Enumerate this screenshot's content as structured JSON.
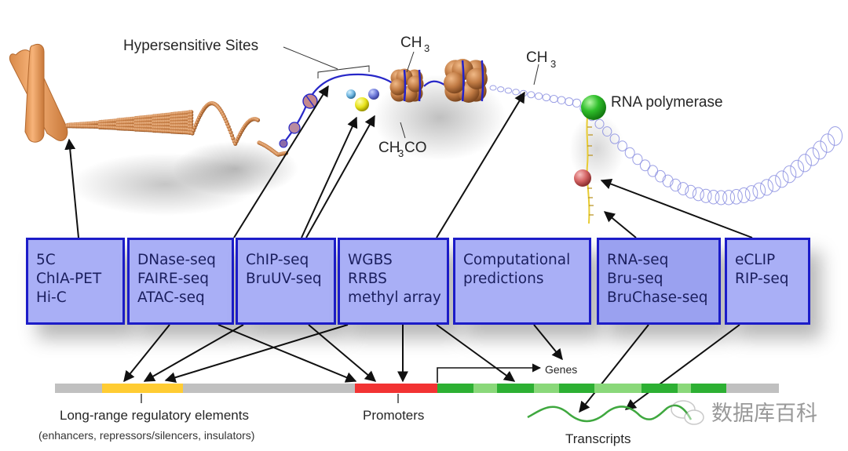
{
  "figure": {
    "labels": {
      "hypersensitive_sites": "Hypersensitive Sites",
      "ch3_nucleosome": "CH",
      "ch3_nucleosome_sub": "3",
      "ch3co": "CH",
      "ch3co_sub": "3",
      "ch3co_tail": "CO",
      "ch3_dna": "CH",
      "ch3_dna_sub": "3",
      "rna_polymerase": "RNA polymerase",
      "genes": "Genes",
      "long_range": "Long-range regulatory elements",
      "long_range_sub": "(enhancers, repressors/silencers, insulators)",
      "promoters": "Promoters",
      "transcripts": "Transcripts"
    },
    "method_boxes": [
      {
        "id": "chromatin-conformation",
        "lines": [
          "5C",
          "ChIA-PET",
          "Hi-C"
        ]
      },
      {
        "id": "accessibility",
        "lines": [
          "DNase-seq",
          "FAIRE-seq",
          "ATAC-seq"
        ]
      },
      {
        "id": "chip",
        "lines": [
          "ChIP-seq",
          "BruUV-seq"
        ]
      },
      {
        "id": "methylation",
        "lines": [
          "WGBS",
          "RRBS",
          "methyl array"
        ]
      },
      {
        "id": "computational",
        "lines": [
          "Computational",
          "predictions"
        ]
      },
      {
        "id": "rna",
        "lines": [
          "RNA-seq",
          "Bru-seq",
          "BruChase-seq"
        ]
      },
      {
        "id": "rna-binding",
        "lines": [
          "eCLIP",
          "RIP-seq"
        ]
      }
    ],
    "genome_track": {
      "segments": [
        "background",
        "long-range element",
        "background",
        "promoter",
        "gene",
        "gene",
        "gene",
        "gene",
        "gene",
        "gene",
        "gene",
        "gene",
        "gene",
        "gene",
        "gene",
        "background"
      ],
      "colors": {
        "background": "#c0c0c0",
        "long_range": "#ffcc33",
        "promoter": "#f23333",
        "gene_dark": "#2db033",
        "gene_light": "#8ad87a"
      }
    },
    "colors": {
      "box_fill": "#a9aff6",
      "box_border": "#1c1cc8",
      "chromatin": "#cf8a4f",
      "dna_strand": "#2828c8",
      "polymerase": "#30b82d",
      "rna_binding_protein": "#d96a6a",
      "transcript": "#3fa83f"
    },
    "watermark": "数据库百科"
  }
}
